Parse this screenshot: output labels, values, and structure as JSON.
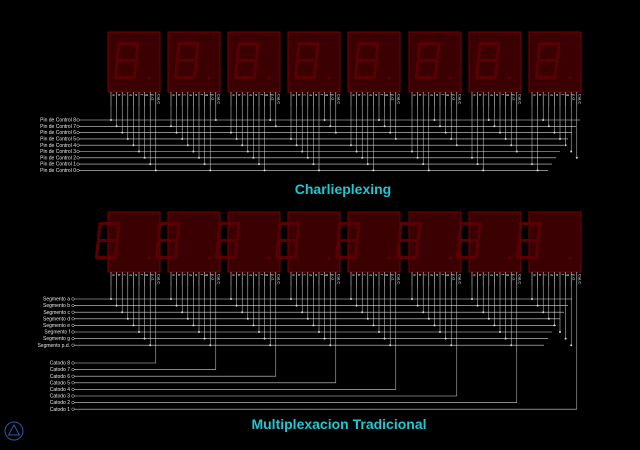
{
  "diagrams": [
    {
      "title": "Charlieplexing",
      "row_labels": [
        "Pin de Control 8",
        "Pin de Control 7",
        "Pin de Control 6",
        "Pin de Control 5",
        "Pin de Control 4",
        "Pin de Control 3",
        "Pin de Control 2",
        "Pin de Control 1",
        "Pin de Control 0"
      ],
      "display_pins": [
        "a",
        "b",
        "c",
        "d",
        "e",
        "f",
        "g",
        "p.d.",
        "Cat.C"
      ]
    },
    {
      "title": "Multiplexacion Tradicional",
      "row_labels": [
        "Segmento a",
        "Segmento b",
        "Segmento c",
        "Segmento d",
        "Segmento e",
        "Segmento f",
        "Segmento g",
        "Segmento p.d."
      ],
      "cathode_labels": [
        "Catodo 8",
        "Catodo 7",
        "Catodo 6",
        "Catodo 5",
        "Catodo 4",
        "Catodo 3",
        "Catodo 2",
        "Catodo 1"
      ],
      "display_pins": [
        "a",
        "b",
        "c",
        "d",
        "e",
        "f",
        "g",
        "p.d.",
        "Cat.C"
      ]
    }
  ],
  "colors": {
    "wire": "#d9d9d9",
    "display_body": "#3a0002",
    "segment_on": "#b3000a",
    "segment_off": "#5a0005",
    "title": "#19c9d6"
  },
  "logo_icon": "triangle-logo-icon"
}
